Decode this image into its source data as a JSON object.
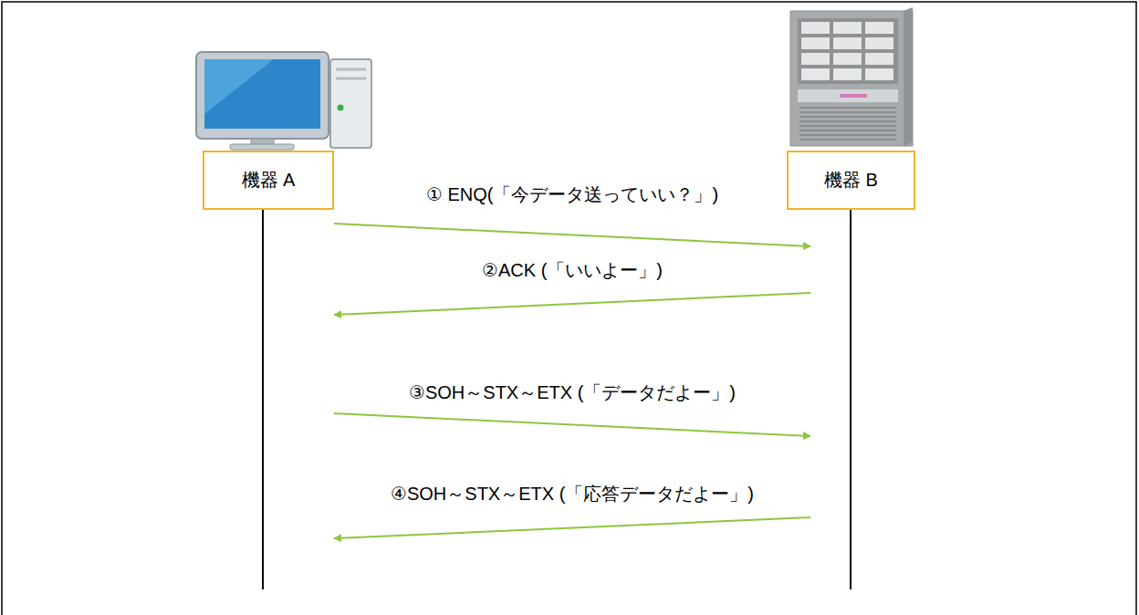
{
  "diagram": {
    "nodes": [
      {
        "text": [
          "機器 A"
        ]
      },
      {
        "text": [
          "機器 B"
        ]
      }
    ],
    "edges": [
      {
        "from": 0,
        "to": 1,
        "arrow": "to",
        "label": "① ENQ(「今データ送っていい？」)"
      },
      {
        "from": 1,
        "to": 0,
        "arrow": "to",
        "label": "②ACK (「いいよー」)"
      },
      {
        "from": 0,
        "to": 1,
        "arrow": "to",
        "label": "③SOH～STX～ETX (「データだよー」)"
      },
      {
        "from": 1,
        "to": 0,
        "arrow": "to",
        "label": "④SOH～STX～ETX (「応答データだよー」)"
      }
    ]
  }
}
